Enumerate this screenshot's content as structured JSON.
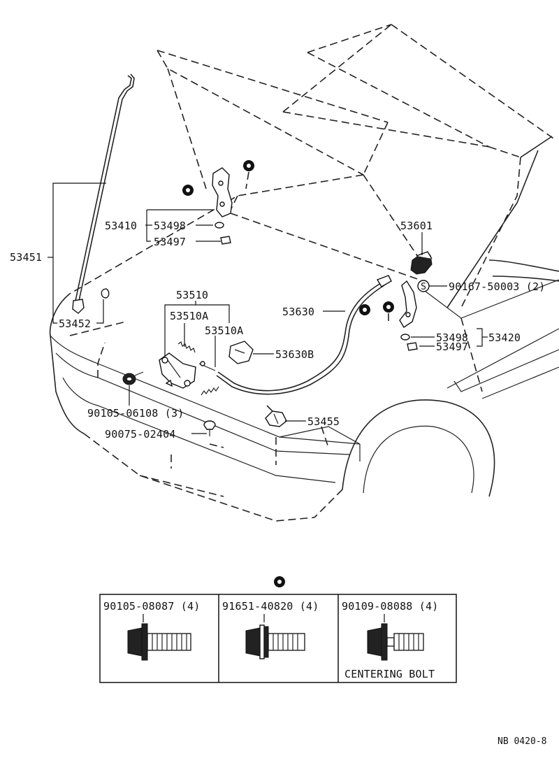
{
  "parts": {
    "p53451": "53451",
    "p53452": "53452",
    "p53410": "53410",
    "p53498_top": "53498",
    "p53497_top": "53497",
    "p53510": "53510",
    "p53510A_1": "53510A",
    "p53510A_2": "53510A",
    "p53630B": "53630B",
    "p53630": "53630",
    "p53601": "53601",
    "p90167": "90167-50003 (2)",
    "p53498_right": "53498",
    "p53420": "53420",
    "p53497_right": "53497",
    "p90105_06108": "90105-06108 (3)",
    "p90075": "90075-02404",
    "p53455": "53455",
    "s_mark": "S"
  },
  "bolts": [
    {
      "part_no": "90105-08087 (4)",
      "note": ""
    },
    {
      "part_no": "91651-40820 (4)",
      "note": ""
    },
    {
      "part_no": "90109-08088 (4)",
      "note": "CENTERING BOLT"
    }
  ],
  "footer": {
    "code": "NB  0420-8"
  }
}
